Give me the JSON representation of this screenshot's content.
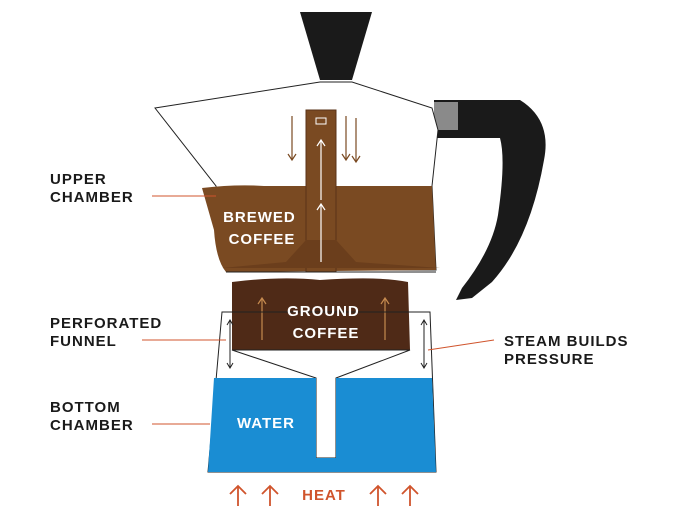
{
  "labels": {
    "upper_chamber": [
      "UPPER",
      "CHAMBER"
    ],
    "perforated_funnel": [
      "PERFORATED",
      "FUNNEL"
    ],
    "bottom_chamber": [
      "BOTTOM",
      "CHAMBER"
    ],
    "steam": [
      "STEAM BUILDS",
      "PRESSURE"
    ],
    "brewed_coffee": [
      "BREWED",
      "COFFEE"
    ],
    "ground_coffee": [
      "GROUND",
      "COFFEE"
    ],
    "water": "WATER",
    "heat": "HEAT"
  },
  "colors": {
    "brewed": "#7a4a22",
    "ground": "#4f2a17",
    "water": "#1a8dd3",
    "outline": "#222222",
    "handle": "#1a1a1a",
    "leader": "#d0542c",
    "heat": "#d0542c"
  }
}
